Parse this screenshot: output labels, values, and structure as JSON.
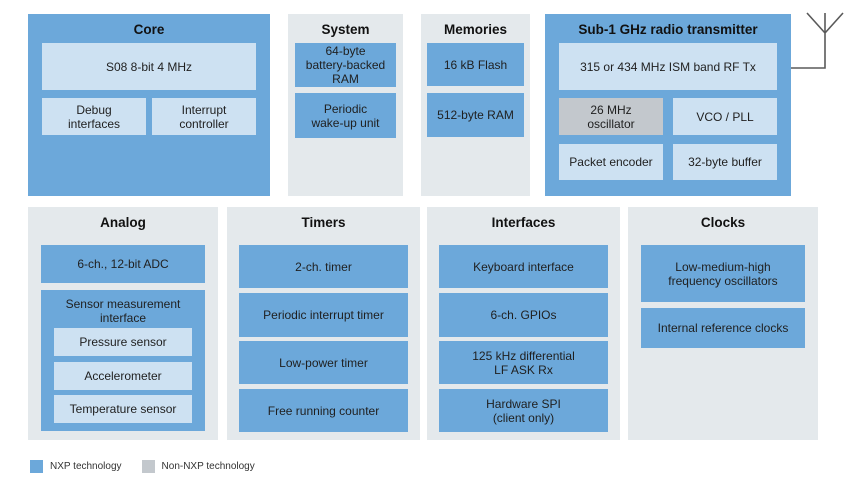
{
  "colors": {
    "nxp_blue": "#6ca8da",
    "light_blue": "#cde1f2",
    "container_gray": "#e4e9ec",
    "non_nxp_gray": "#c3c8cd"
  },
  "top_row": {
    "core": {
      "title": "Core",
      "cpu": "S08 8-bit 4 MHz",
      "debug": "Debug\ninterfaces",
      "interrupt": "Interrupt\ncontroller"
    },
    "system": {
      "title": "System",
      "battery_ram": "64-byte\nbattery-backed\nRAM",
      "wakeup": "Periodic\nwake-up unit"
    },
    "memories": {
      "title": "Memories",
      "flash": "16 kB Flash",
      "ram": "512-byte RAM"
    },
    "radio": {
      "title": "Sub-1 GHz radio transmitter",
      "rf_tx": "315 or 434 MHz ISM band RF Tx",
      "oscillator": "26 MHz\noscillator",
      "vco_pll": "VCO / PLL",
      "packet_encoder": "Packet encoder",
      "buffer": "32-byte buffer"
    }
  },
  "bottom_row": {
    "analog": {
      "title": "Analog",
      "adc": "6-ch., 12-bit ADC",
      "sensor_interface": "Sensor measurement\ninterface",
      "sensors": [
        "Pressure sensor",
        "Accelerometer",
        "Temperature sensor"
      ]
    },
    "timers": {
      "title": "Timers",
      "items": [
        "2-ch. timer",
        "Periodic interrupt timer",
        "Low-power timer",
        "Free running counter"
      ]
    },
    "interfaces": {
      "title": "Interfaces",
      "items": [
        "Keyboard interface",
        "6-ch. GPIOs",
        "125 kHz differential\nLF ASK Rx",
        "Hardware SPI\n(client only)"
      ]
    },
    "clocks": {
      "title": "Clocks",
      "items": [
        "Low-medium-high\nfrequency oscillators",
        "Internal reference clocks"
      ]
    }
  },
  "legend": {
    "nxp": "NXP technology",
    "non_nxp": "Non-NXP technology"
  }
}
